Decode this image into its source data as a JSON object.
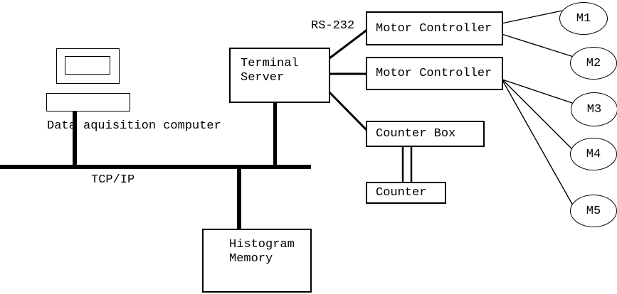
{
  "colors": {
    "background": "#ffffff",
    "ink": "#000000"
  },
  "labels": {
    "data_acquisition_computer": "Data aquisition computer",
    "network_bus": "TCP/IP",
    "serial_link": "RS-232"
  },
  "nodes": {
    "terminal_server": {
      "label": "Terminal Server"
    },
    "motor_controller_1": {
      "label": "Motor Controller"
    },
    "motor_controller_2": {
      "label": "Motor Controller"
    },
    "counter_box": {
      "label": "Counter Box"
    },
    "counter": {
      "label": "Counter"
    },
    "histogram_memory": {
      "label": "Histogram Memory"
    }
  },
  "motors": [
    {
      "id": "M1"
    },
    {
      "id": "M2"
    },
    {
      "id": "M3"
    },
    {
      "id": "M4"
    },
    {
      "id": "M5"
    }
  ]
}
